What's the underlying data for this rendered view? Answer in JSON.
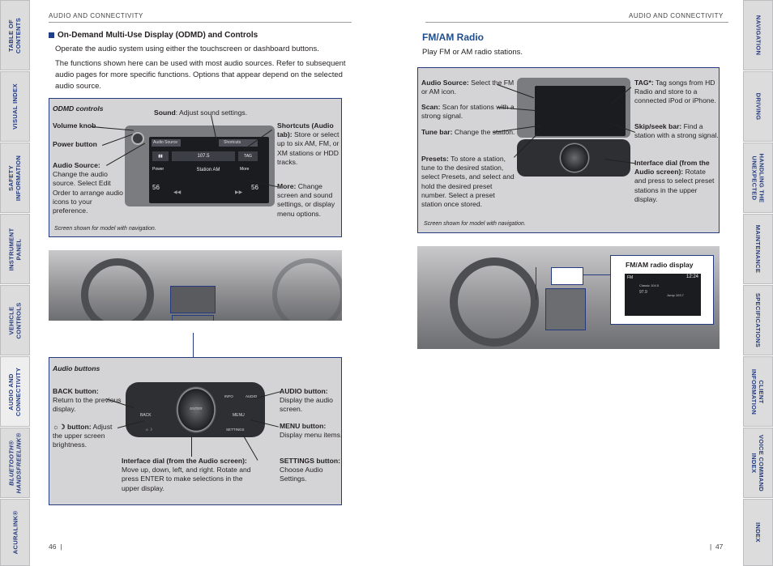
{
  "left_tabs": [
    "TABLE OF\nCONTENTS",
    "VISUAL INDEX",
    "SAFETY\nINFORMATION",
    "INSTRUMENT\nPANEL",
    "VEHICLE\nCONTROLS",
    "AUDIO AND\nCONNECTIVITY",
    "BLUETOOTH®\nHANDSFREELINK®",
    "ACURALINK®"
  ],
  "right_tabs": [
    "NAVIGATION",
    "DRIVING",
    "HANDLING THE\nUNEXPECTED",
    "MAINTENANCE",
    "SPECIFICATIONS",
    "CLIENT\nINFORMATION",
    "VOICE COMMAND\nINDEX",
    "INDEX"
  ],
  "left_page": {
    "running_head": "AUDIO AND CONNECTIVITY",
    "page_number": "46",
    "heading": "On-Demand Multi-Use Display (ODMD) and Controls",
    "intro": "Operate the audio system using either the touchscreen or dashboard buttons.",
    "para": "The functions shown here can be used with most audio sources. Refer to subsequent audio pages for more specific functions. Options that appear depend on the selected audio source.",
    "odmd": {
      "title": "ODMD controls",
      "sound_b": "Sound",
      "sound_t": ": Adjust sound settings.",
      "volume": "Volume knob",
      "power": "Power button",
      "source_b": "Audio Source:",
      "source_t": "Change the audio source. Select Edit Order to arrange audio icons to your preference.",
      "shortcuts_b": "Shortcuts (Audio tab):",
      "shortcuts_t": "Store or select up to six AM, FM, or XM stations or HDD tracks.",
      "more_b": "More:",
      "more_t": "Change screen and sound settings, or display menu options.",
      "caption": "Screen shown for model with navigation."
    },
    "screen": {
      "src": "Audio Source",
      "short": "Shortcuts",
      "freq": "107.5",
      "station": "Station AM",
      "num1": "56",
      "num2": "56",
      "power": "Power",
      "more": "More",
      "tag": "TAG"
    },
    "buttons": {
      "title": "Audio buttons",
      "back_b": "BACK button:",
      "back_t": "Return to the previous display.",
      "bright_b": "button:",
      "bright_t": "Adjust the upper screen brightness.",
      "audio_b": "AUDIO button:",
      "audio_t": "Display the audio screen.",
      "menu_b": "MENU button:",
      "menu_t": "Display menu items.",
      "dial_b": "Interface dial (from the Audio screen):",
      "dial_t": "Move up, down, left, and right. Rotate and press ENTER to make selections in the upper display.",
      "settings_b": "SETTINGS button:",
      "settings_t": "Choose Audio Settings.",
      "lbl_back": "BACK",
      "lbl_menu": "MENU",
      "lbl_settings": "SETTINGS",
      "lbl_info": "INFO",
      "lbl_audio": "AUDIO",
      "lbl_enter": "ENTER"
    }
  },
  "right_page": {
    "running_head": "AUDIO AND CONNECTIVITY",
    "page_number": "47",
    "title": "FM/AM Radio",
    "subtitle": "Play FM or AM radio stations.",
    "source_b": "Audio Source:",
    "source_t": "Select the FM or AM icon.",
    "scan_b": "Scan:",
    "scan_t": "Scan for stations with a strong signal.",
    "tune_b": "Tune bar:",
    "tune_t": "Change the station.",
    "presets_b": "Presets:",
    "presets_t": "To store a station, tune to the desired station, select Presets, and select and hold the desired preset number. Select a preset station once stored.",
    "tag_b": "TAG*:",
    "tag_t": "Tag songs from HD Radio and store to a connected iPod or iPhone.",
    "skip_b": "Skip/seek bar:",
    "skip_t": "Find a station with a strong signal.",
    "dial_b": "Interface dial (from the Audio screen):",
    "dial_t": "Rotate and press to select preset stations in the upper display.",
    "caption": "Screen shown for model with navigation.",
    "display_title": "FM/AM radio display",
    "display_fm": "FM",
    "display_clock": "12:24",
    "display_freq": "97.9",
    "display_item1": "Classic 104.5",
    "display_item2": "Jump 103.7"
  },
  "colors": {
    "accent": "#253b80",
    "tab_bg": "#dcdcdd",
    "panel_bg": "#d4d4d6",
    "heading_blue": "#1f4d8e"
  }
}
